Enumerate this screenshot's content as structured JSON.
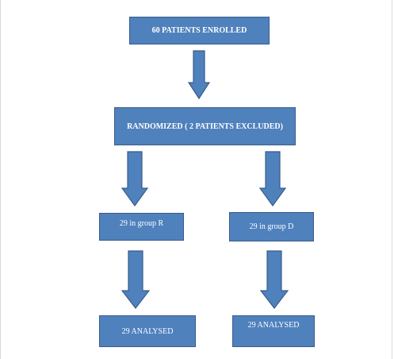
{
  "flowchart": {
    "enrolled": "60 PATIENTS ENROLLED",
    "randomized": "RANDOMIZED ( 2 PATIENTS EXCLUDED)",
    "group_r": "29 in group R",
    "group_d": "29 in group D",
    "analysed_r": "29 ANALYSED",
    "analysed_d": "29 ANALYSED"
  },
  "colors": {
    "box_fill": "#4f81bd",
    "box_border": "#385d8a",
    "text": "#ffffff"
  },
  "icons": [
    "down-arrow-icon"
  ]
}
